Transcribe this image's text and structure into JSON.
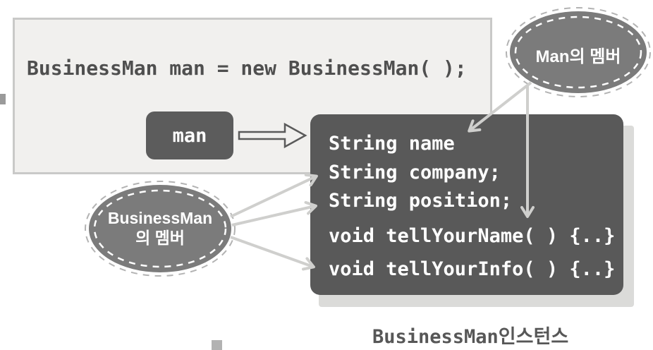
{
  "code_box": {
    "code": "BusinessMan man = new BusinessMan( );"
  },
  "man_box": {
    "label": "man"
  },
  "instance_box": {
    "fields": [
      "String name",
      "String company;",
      "String position;"
    ],
    "methods": [
      "void tellYourName( ) {..}",
      "void tellYourInfo( ) {..}"
    ],
    "caption": "BusinessMan인스턴스"
  },
  "bubbles": {
    "man": {
      "label": "Man의 멤버"
    },
    "businessman": {
      "line1": "BusinessMan",
      "line2": "의 멤버"
    }
  },
  "colors": {
    "box_dark_gray": "#595959",
    "bubble_gray": "#7b7b7b",
    "light_box_fill": "#f1f0ee",
    "light_box_border": "#c9c9c8",
    "shadow_gray": "#dbdbd9",
    "arrow_light_gray": "#cfcfcd",
    "code_text_gray": "#4f4f4f",
    "caption_gray": "#575757"
  }
}
